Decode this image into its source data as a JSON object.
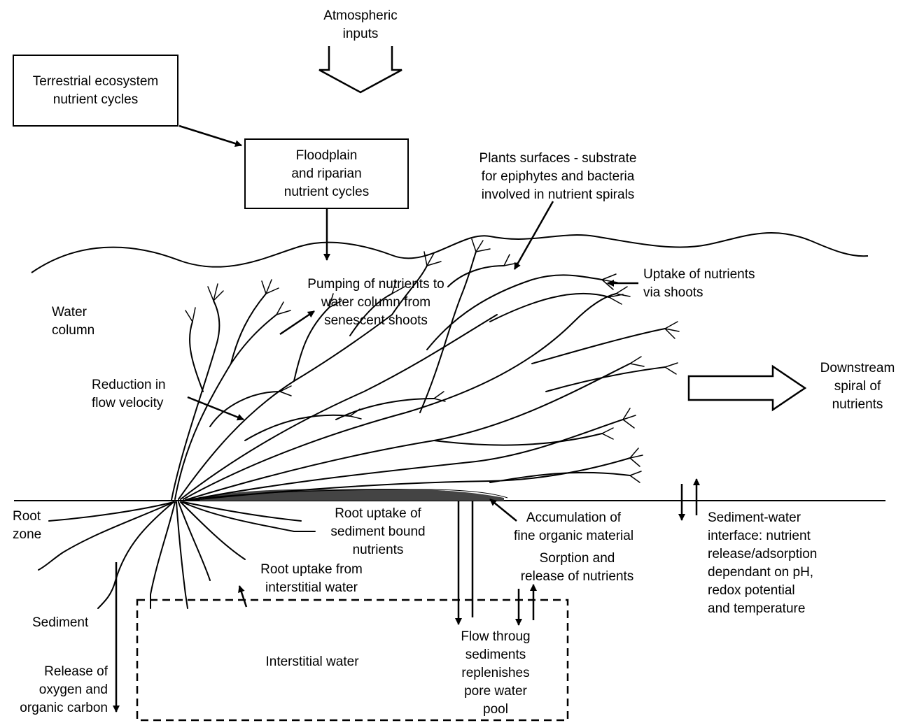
{
  "labels": {
    "atmospheric_inputs": "Atmospheric\ninputs",
    "terrestrial_cycles": "Terrestrial ecosystem\nnutrient cycles",
    "floodplain_cycles": "Floodplain\nand riparian\nnutrient cycles",
    "plant_surfaces": "Plants surfaces - substrate\nfor epiphytes and bacteria\ninvolved in nutrient spirals",
    "uptake_shoots": "Uptake of nutrients\nvia shoots",
    "pumping_nutrients": "Pumping of nutrients to\nwater column from\nsenescent shoots",
    "water_column": "Water\ncolumn",
    "reduction_flow": "Reduction in\nflow velocity",
    "downstream_spiral": "Downstream\nspiral of\nnutrients",
    "root_zone": "Root\nzone",
    "root_uptake_sediment": "Root uptake of\nsediment bound\nnutrients",
    "accumulation_organic": "Accumulation of\nfine organic material",
    "sorption_release": "Sorption and\nrelease of nutrients",
    "sediment_water_interface": "Sediment-water\ninterface: nutrient\nrelease/adsorption\ndependant on pH,\nredox potential\nand temperature",
    "root_uptake_interstitial": "Root uptake from\ninterstitial water",
    "sediment": "Sediment",
    "interstitial_water": "Interstitial water",
    "flow_through_sediments": "Flow throug\nsediments\nreplenishes\npore water\npool",
    "release_oxygen": "Release of\noxygen and\norganic carbon"
  }
}
